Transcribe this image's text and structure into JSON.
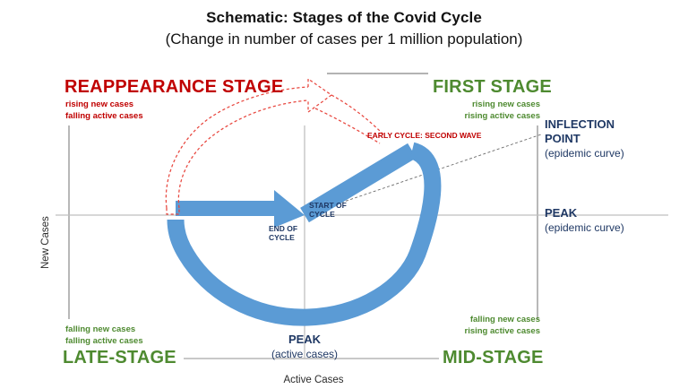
{
  "header": {
    "title": "Schematic: Stages of the Covid Cycle",
    "subtitle": "(Change in number of cases per 1 million population)"
  },
  "axes": {
    "x_label": "Active Cases",
    "y_label": "New Cases"
  },
  "quadrants": [
    {
      "id": "reappearance",
      "name": "REAPPEARANCE STAGE",
      "color": "#C00000",
      "notes": [
        "rising new cases",
        "falling active cases"
      ]
    },
    {
      "id": "first",
      "name": "FIRST STAGE",
      "color": "#4E8A30",
      "notes": [
        "rising new cases",
        "rising active cases"
      ]
    },
    {
      "id": "late",
      "name": "LATE-STAGE",
      "color": "#4E8A30",
      "notes": [
        "falling new cases",
        "falling active cases"
      ]
    },
    {
      "id": "mid",
      "name": "MID-STAGE",
      "color": "#4E8A30",
      "notes": [
        "falling new cases",
        "rising active cases"
      ]
    }
  ],
  "annotations": {
    "inflection_point": {
      "title_line1": "INFLECTION",
      "title_line2": "POINT",
      "caption": "(epidemic curve)"
    },
    "peak_epidemic": {
      "title": "PEAK",
      "caption": "(epidemic curve)"
    },
    "peak_active": {
      "title": "PEAK",
      "caption": "(active cases)"
    },
    "start_of_cycle": {
      "line1": "START OF",
      "line2": "CYCLE"
    },
    "end_of_cycle": {
      "line1": "END OF",
      "line2": "CYCLE"
    },
    "second_wave": {
      "text": "EARLY CYCLE: SECOND WAVE"
    }
  },
  "colors": {
    "cycle_arrow": "#5B9BD5",
    "second_wave_arrow": "#E8473F",
    "stage_green": "#4E8A30",
    "stage_red": "#C00000",
    "annotation_navy": "#1F3864",
    "grid": "#BFBFBF"
  },
  "chart_data": {
    "type": "scatter",
    "title": "Schematic: Stages of the Covid Cycle",
    "subtitle": "(Change in number of cases per 1 million population)",
    "xlabel": "Active Cases",
    "ylabel": "New Cases",
    "grid": false,
    "legend": "none",
    "quadrant_labels": [
      "REAPPEARANCE STAGE",
      "FIRST STAGE",
      "LATE-STAGE",
      "MID-STAGE"
    ],
    "annotations": [
      "START OF CYCLE",
      "END OF CYCLE",
      "INFLECTION POINT (epidemic curve)",
      "PEAK (epidemic curve)",
      "PEAK (active cases)",
      "EARLY CYCLE: SECOND WAVE"
    ]
  }
}
